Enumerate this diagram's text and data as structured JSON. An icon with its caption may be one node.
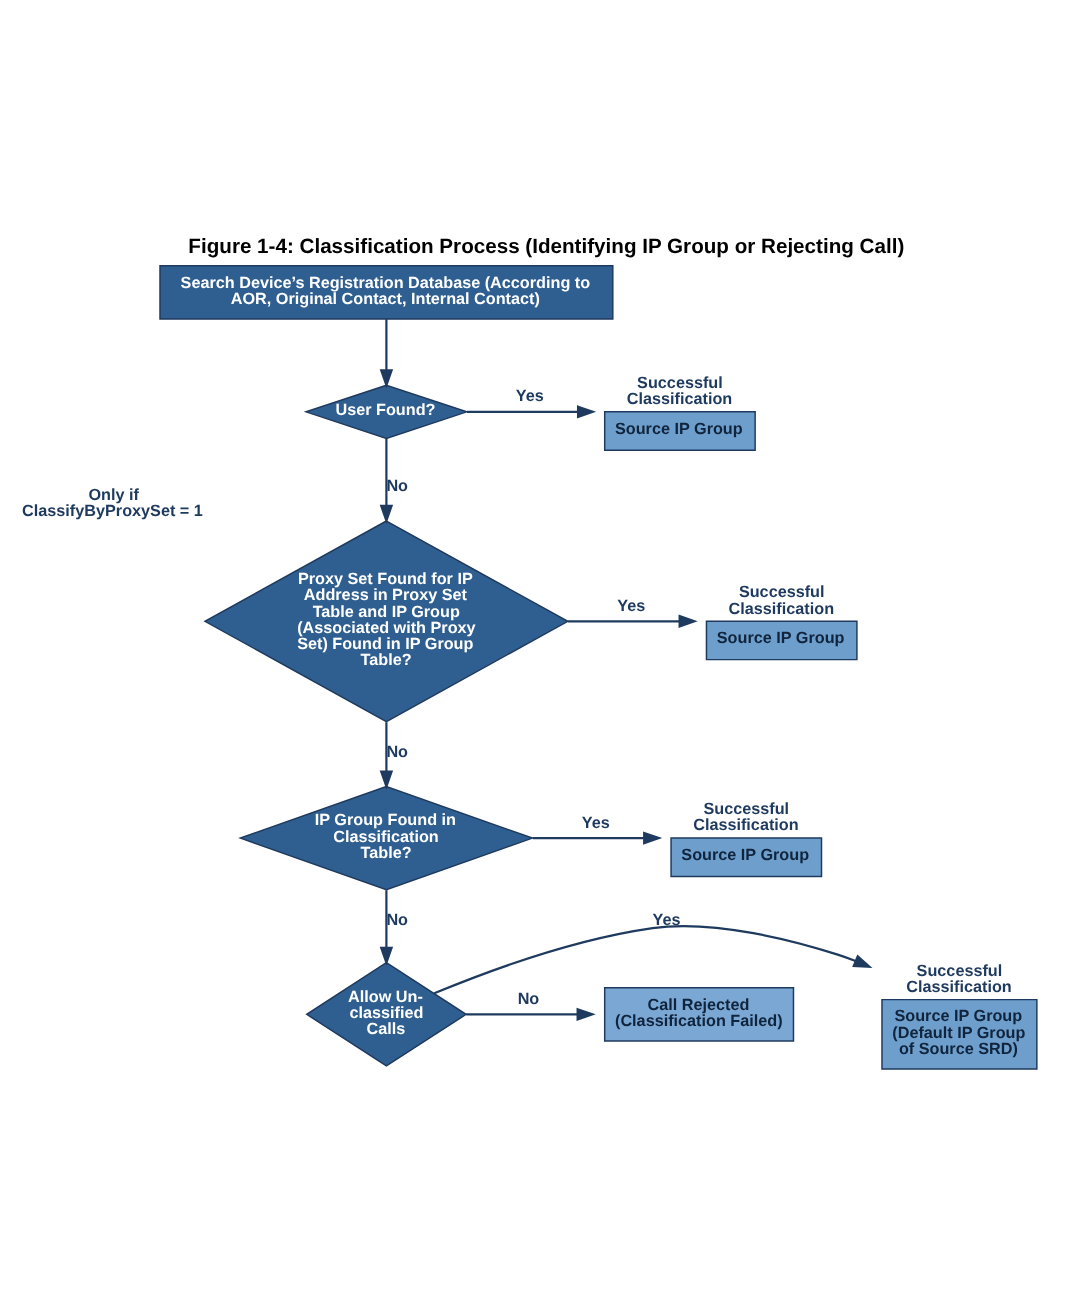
{
  "diagram": {
    "title": "Figure 1-4: Classification Process (Identifying IP Group or Rejecting Call)",
    "nodes": [
      {
        "text": [
          "Search Device’s Registration Database (According to AOR, Original Contact, Internal Contact)"
        ]
      },
      {
        "text": [
          "User Found?"
        ]
      },
      {
        "text": [
          "Source IP Group"
        ],
        "beside": [
          "Successful Classification"
        ]
      },
      {
        "text": [
          "Proxy Set Found for IP Address in Proxy Set Table and IP Group (Associated with Proxy Set) Found in IP Group Table?"
        ],
        "beside": [
          "Only if ClassifyByProxySet = 1"
        ]
      },
      {
        "text": [
          "Source IP Group"
        ],
        "beside": [
          "Successful Classification"
        ]
      },
      {
        "text": [
          "IP Group Found in Classification Table?"
        ]
      },
      {
        "text": [
          "Source IP Group"
        ],
        "beside": [
          "Successful Classification"
        ]
      },
      {
        "text": [
          "Allow Un-classified Calls"
        ]
      },
      {
        "text": [
          "Source IP Group (Default IP Group of Source SRD)"
        ],
        "beside": [
          "Successful Classification"
        ]
      },
      {
        "text": [
          "Call Rejected (Classification Failed)"
        ]
      }
    ],
    "edges": [
      {
        "from": 0,
        "to": 1,
        "arrow": "to"
      },
      {
        "from": 1,
        "to": 2,
        "arrow": "to",
        "label": "Yes"
      },
      {
        "from": 1,
        "to": 3,
        "arrow": "to",
        "label": "No"
      },
      {
        "from": 3,
        "to": 4,
        "arrow": "to",
        "label": "Yes"
      },
      {
        "from": 3,
        "to": 5,
        "arrow": "to",
        "label": "No"
      },
      {
        "from": 5,
        "to": 6,
        "arrow": "to",
        "label": "Yes"
      },
      {
        "from": 5,
        "to": 7,
        "arrow": "to",
        "label": "No"
      },
      {
        "from": 7,
        "to": 8,
        "arrow": "to",
        "label": "Yes"
      },
      {
        "from": 7,
        "to": 9,
        "arrow": "to",
        "label": "No"
      }
    ]
  }
}
